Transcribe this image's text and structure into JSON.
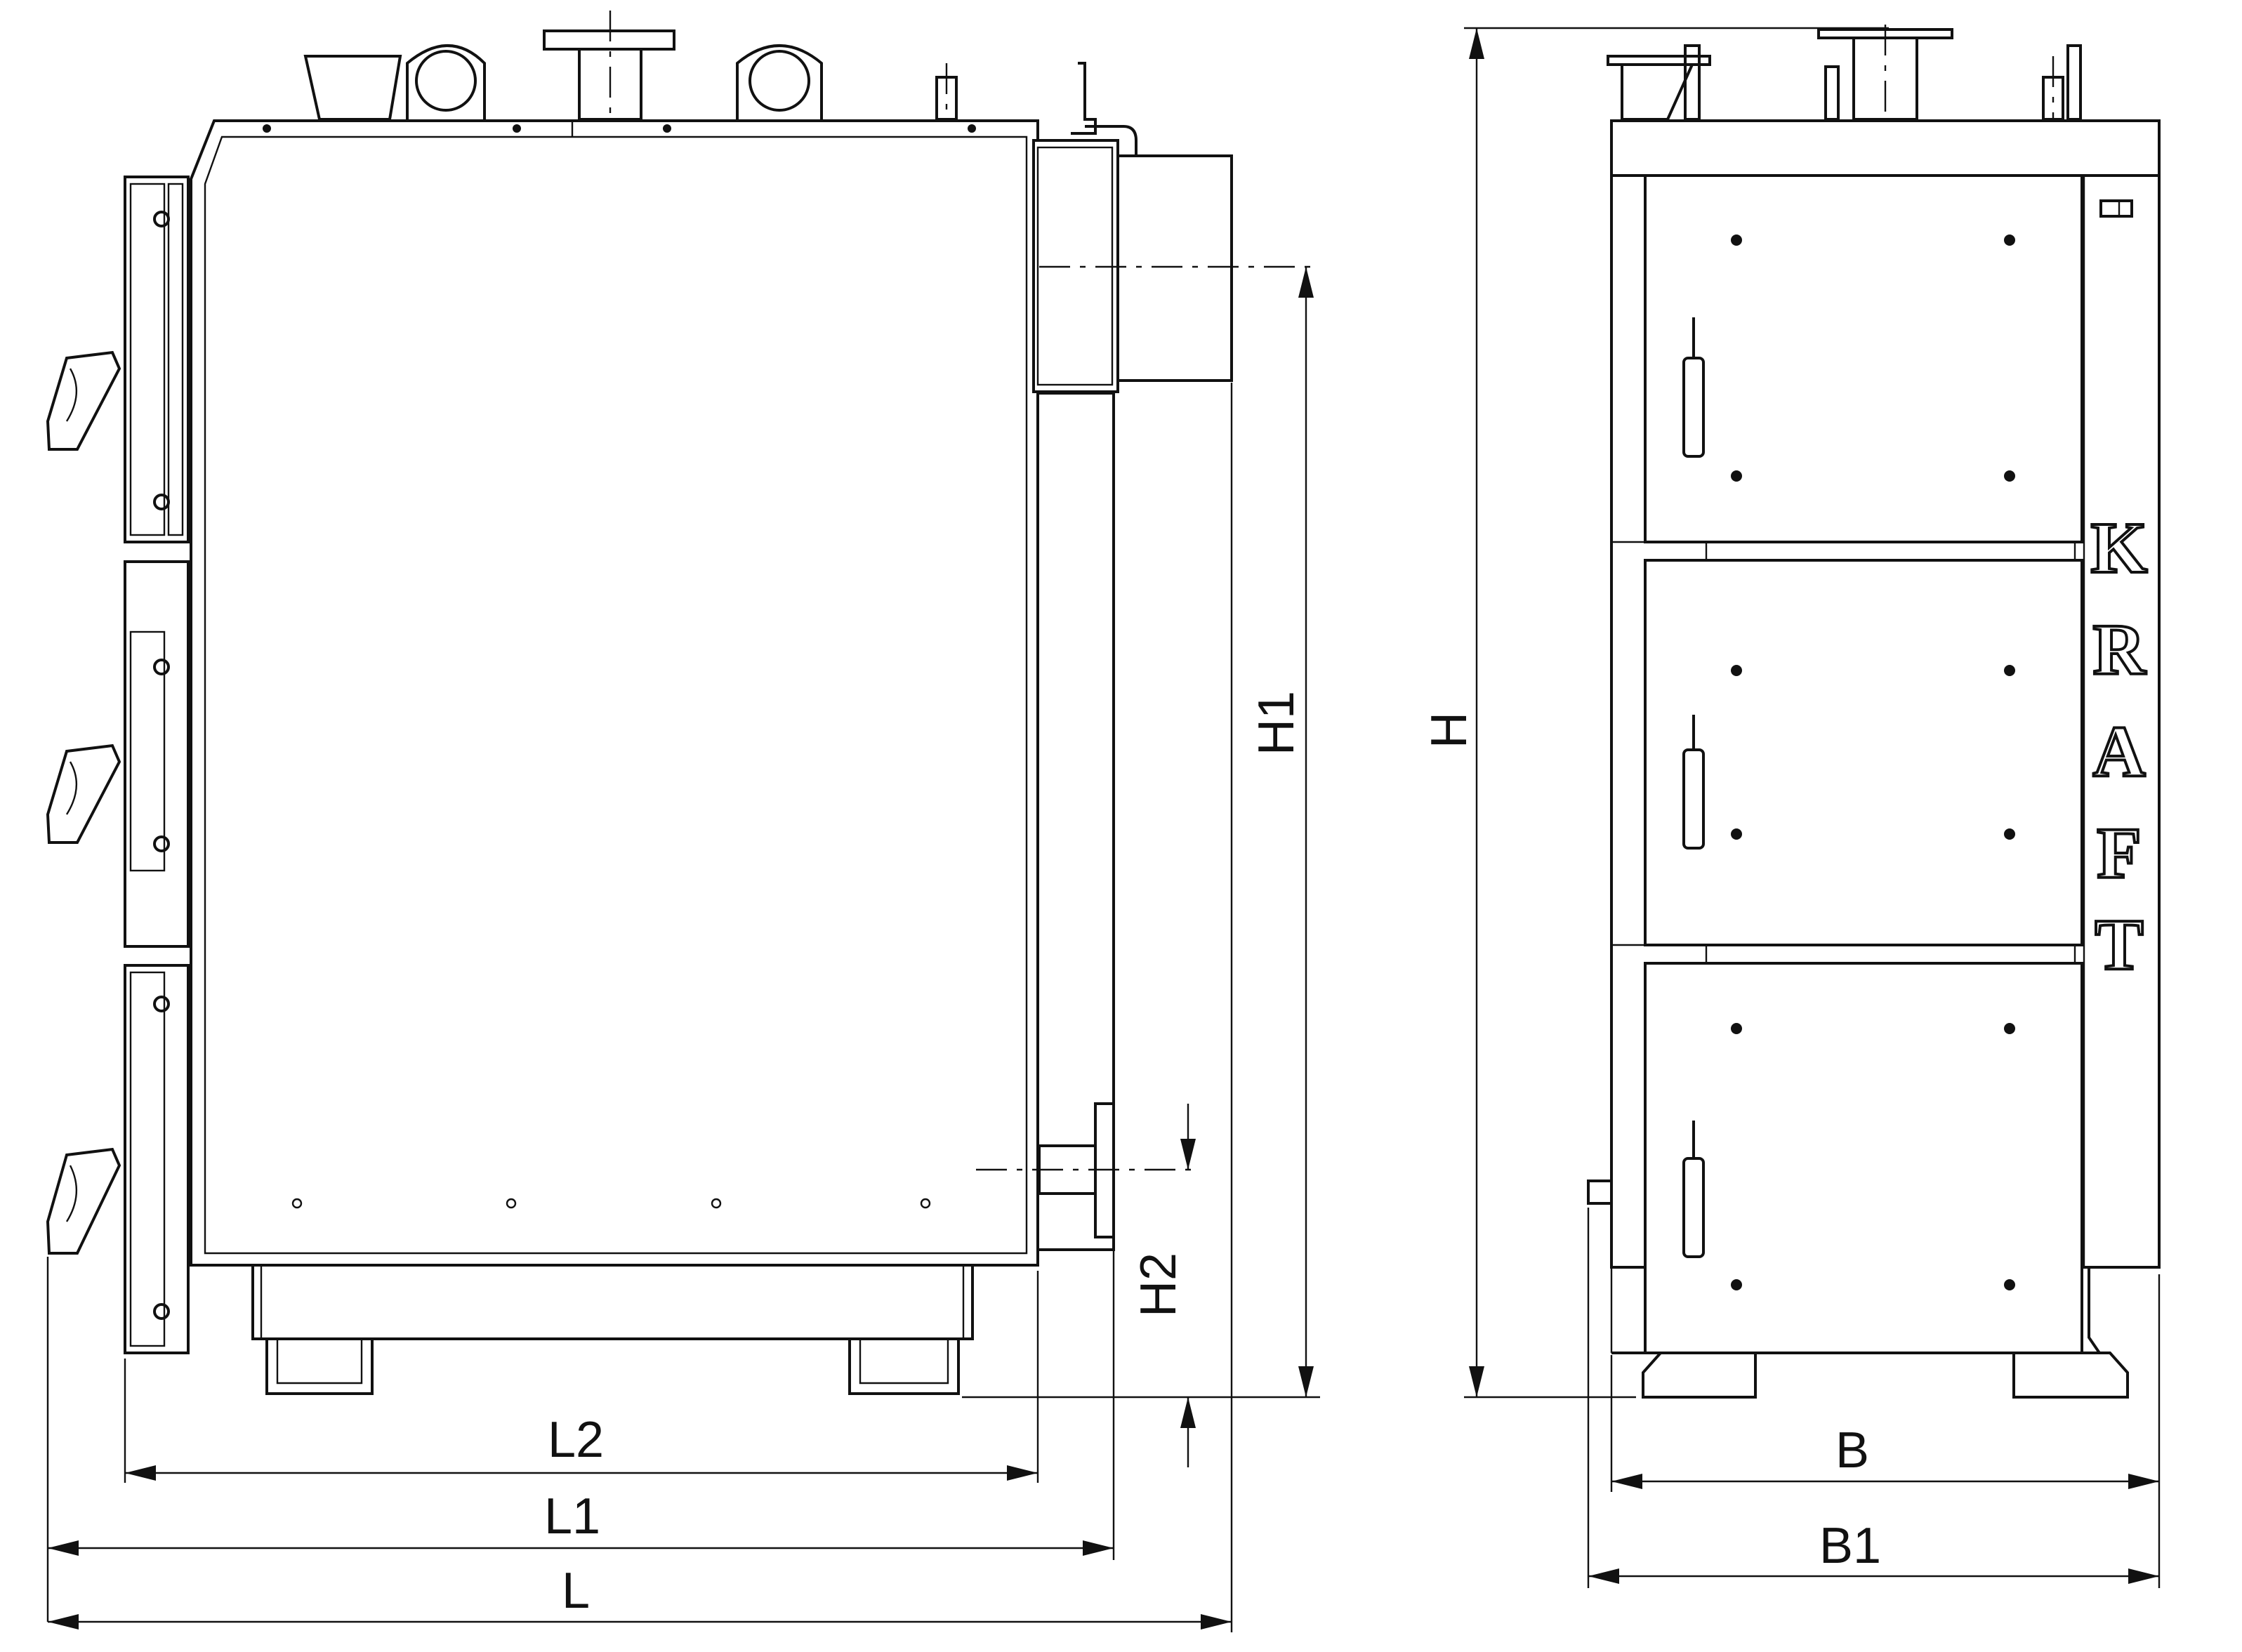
{
  "dimensions": {
    "L": "L",
    "L1": "L1",
    "L2": "L2",
    "H": "H",
    "H1": "H1",
    "H2": "H2",
    "B": "B",
    "B1": "B1"
  },
  "brand_letters": [
    "K",
    "R",
    "A",
    "F",
    "T"
  ]
}
